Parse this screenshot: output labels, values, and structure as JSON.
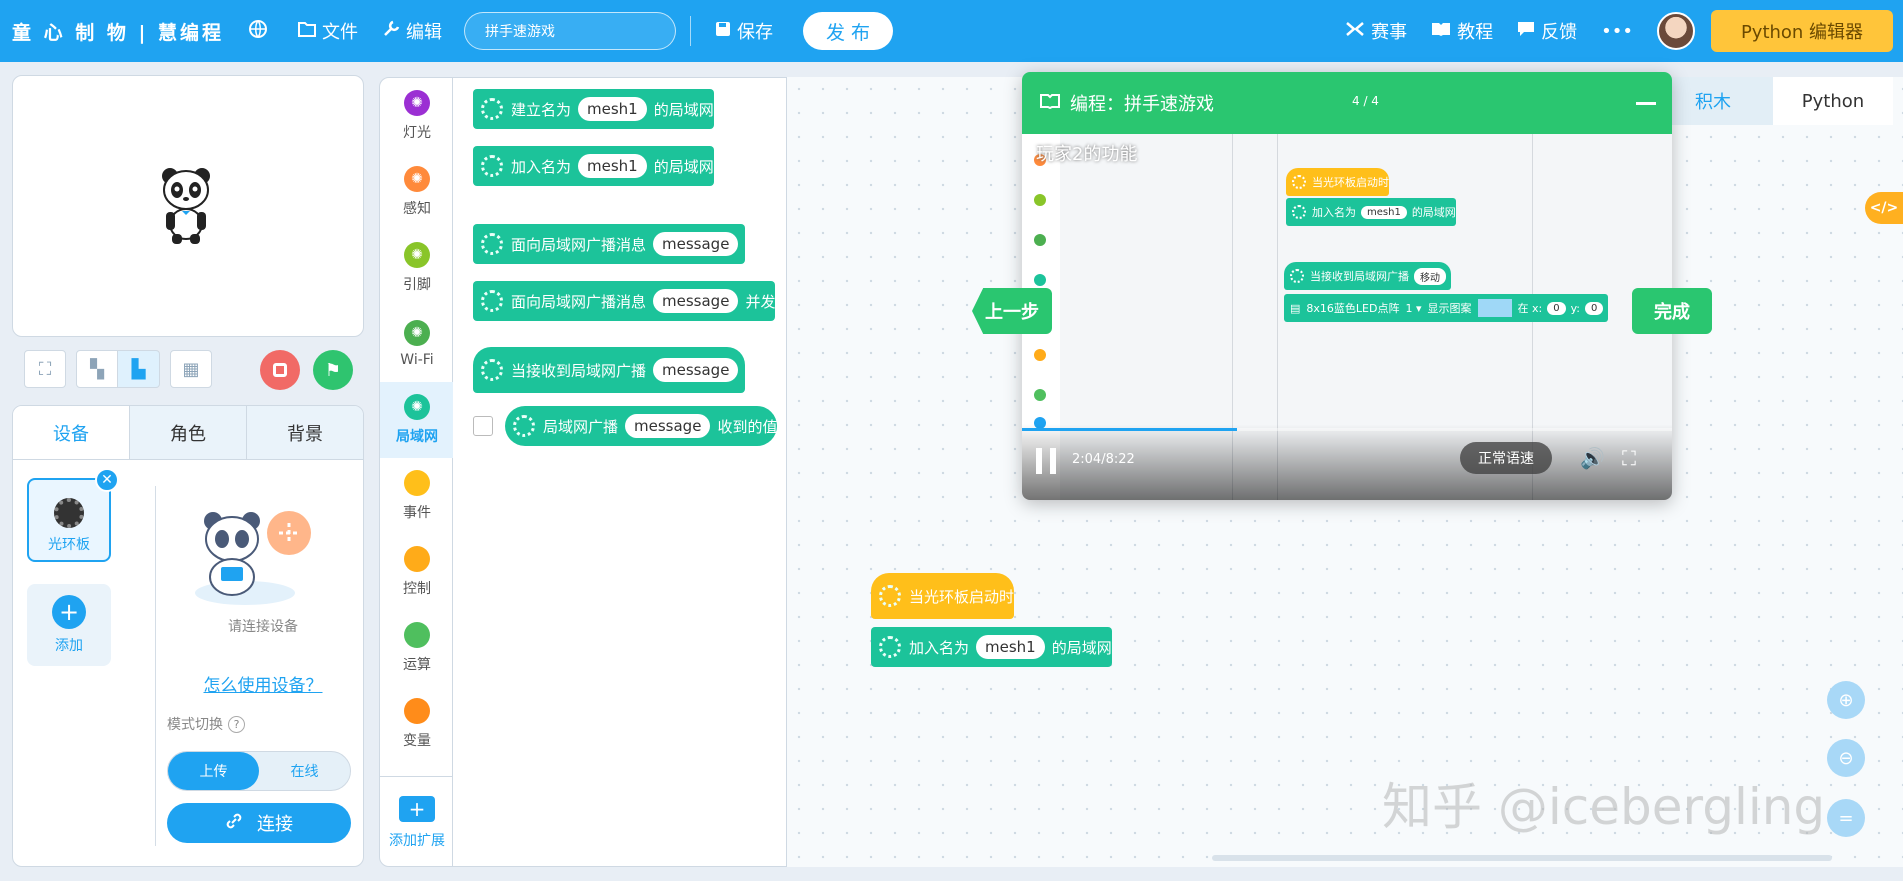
{
  "topbar": {
    "brand": "童 心 制 物 | 慧编程",
    "globe_icon": "globe-icon",
    "file_label": "文件",
    "edit_label": "编辑",
    "project_title": "拼手速游戏",
    "save_label": "保存",
    "publish_label": "发 布",
    "contest_label": "赛事",
    "tutorial_label": "教程",
    "feedback_label": "反馈",
    "more_label": "•••",
    "python_editor_label": "Python 编辑器",
    "brand_color": "#1fa3f1"
  },
  "device_panel": {
    "tabs": [
      "设备",
      "角色",
      "背景"
    ],
    "device_name": "光环板",
    "add_label": "添加",
    "connect_hint": "请连接设备",
    "howto_link": "怎么使用设备？",
    "mode_label": "模式切换",
    "mode_help": "?",
    "mode_upload": "上传",
    "mode_online": "在线",
    "connect_label": "连接"
  },
  "categories": {
    "items": [
      {
        "label": "灯光",
        "color": "#9b2fd3"
      },
      {
        "label": "感知",
        "color": "#ff8a3b"
      },
      {
        "label": "引脚",
        "color": "#89c529"
      },
      {
        "label": "Wi-Fi",
        "color": "#4caf50"
      },
      {
        "label": "局域网",
        "color": "#1cc39a"
      },
      {
        "label": "事件",
        "color": "#ffbf1a"
      },
      {
        "label": "控制",
        "color": "#ffab19"
      },
      {
        "label": "运算",
        "color": "#4fbf5e"
      },
      {
        "label": "变量",
        "color": "#ff8c1a"
      }
    ],
    "extension_label": "添加扩展"
  },
  "palette": {
    "b1_text": "建立名为",
    "b1_val": "mesh1",
    "b1_tail": "的局域网",
    "b2_text": "加入名为",
    "b2_val": "mesh1",
    "b2_tail": "的局域网",
    "b3_text": "面向局域网广播消息",
    "b3_val": "message",
    "b4_text": "面向局域网广播消息",
    "b4_val": "message",
    "b4_tail": "并发",
    "b5_text": "当接收到局域网广播",
    "b5_val": "message",
    "b6_text": "局域网广播",
    "b6_val": "message",
    "b6_tail": "收到的值"
  },
  "workspace": {
    "tab_blocks": "积木",
    "tab_python": "Python",
    "code_toggle": "</>",
    "hat_text": "当光环板启动时",
    "join_text": "加入名为",
    "join_val": "mesh1",
    "join_tail": "的局域网",
    "watermark": "知乎 @icebergling"
  },
  "tutorial": {
    "title": "编程：拼手速游戏",
    "page": "4 / 4",
    "video_title": "玩家2的功能",
    "vb1": "当光环板启动时",
    "vb2_text": "加入名为",
    "vb2_val": "mesh1",
    "vb2_tail": "的局域网",
    "vb3_text": "当接收到局域网广播",
    "vb3_val": "移动",
    "vb4_text": "8x16蓝色LED点阵",
    "vb4_num": "1 ▾",
    "vb4_show": "显示图案",
    "vb4_x": "在 x:",
    "vb4_xval": "0",
    "vb4_y": "y:",
    "vb4_yval": "0",
    "time": "2:04/8:22",
    "progress": 0.33,
    "speed": "正常语速",
    "prev_label": "上一步",
    "done_label": "完成"
  }
}
